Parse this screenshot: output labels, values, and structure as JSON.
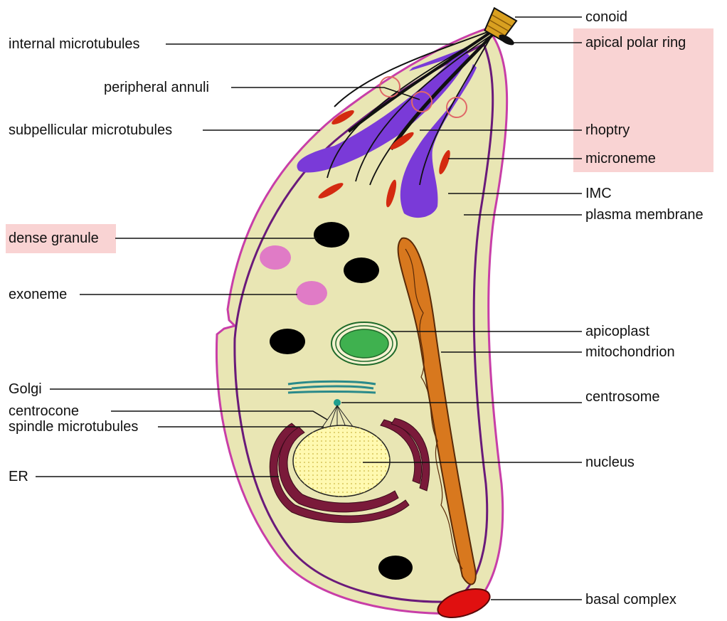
{
  "labels": {
    "conoid": "conoid",
    "internal_microtubules": "internal microtubules",
    "apical_polar_ring": "apical polar ring",
    "peripheral_annuli": "peripheral annuli",
    "subpellicular_microtubules": "subpellicular microtubules",
    "rhoptry": "rhoptry",
    "microneme": "microneme",
    "imc": "IMC",
    "plasma_membrane": "plasma membrane",
    "dense_granule": "dense granule",
    "exoneme": "exoneme",
    "apicoplast": "apicoplast",
    "mitochondrion": "mitochondrion",
    "golgi": "Golgi",
    "centrosome": "centrosome",
    "centrocone": "centrocone",
    "spindle_microtubules": "spindle microtubules",
    "nucleus": "nucleus",
    "er": "ER",
    "basal_complex": "basal complex"
  },
  "colors": {
    "highlight": "#f9d3d3",
    "cytoplasm": "#e9e6b4",
    "plasma_membrane": "#c83ea8",
    "imc": "#6a1a7a",
    "rhoptry": "#7a3ad8",
    "microneme": "#d42a10",
    "dense_granule": "#000000",
    "exoneme": "#e07bc6",
    "apicoplast": "#3fb14f",
    "mitochondrion": "#d8781e",
    "golgi": "#2a8a8a",
    "er": "#7a1a3a",
    "nucleus": "#fff9b0",
    "basal_complex": "#e01010",
    "conoid": "#d9a020"
  }
}
